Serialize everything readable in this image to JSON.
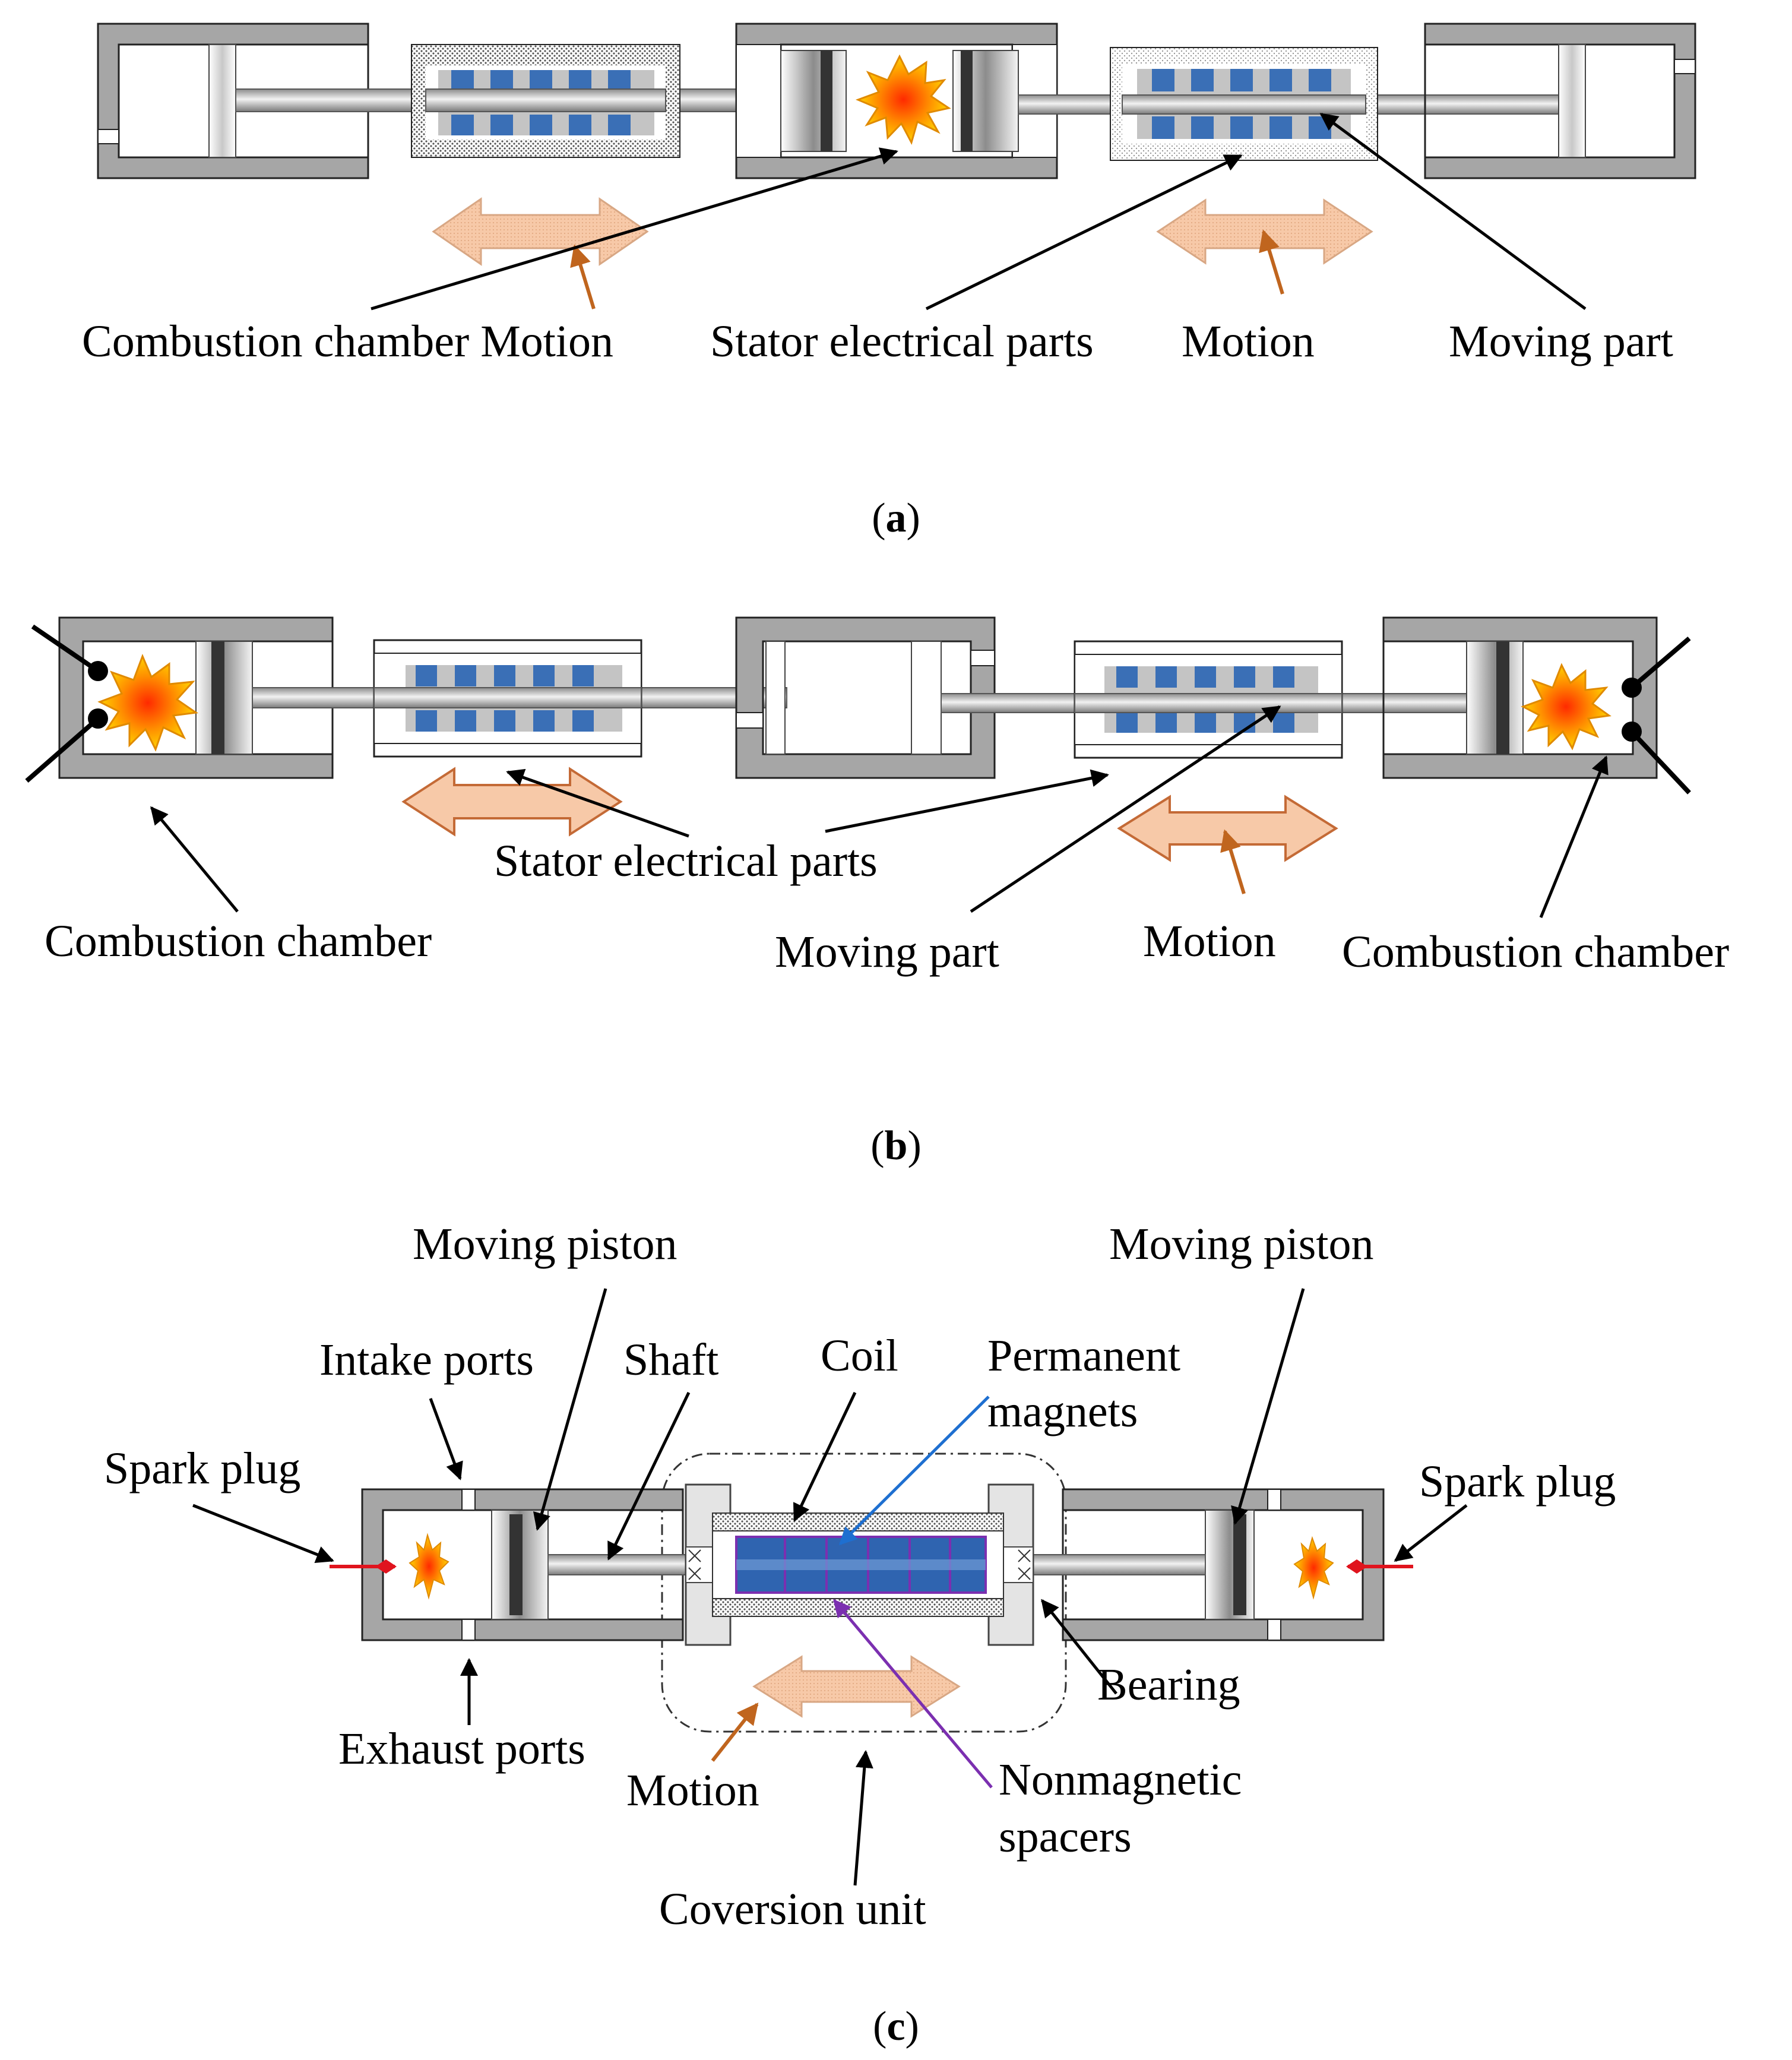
{
  "panel_a": {
    "caption_letter": "a",
    "labels": {
      "combustion_chamber_motion": "Combustion chamber Motion",
      "stator_electrical_parts": "Stator electrical parts",
      "motion": "Motion",
      "moving_part": "Moving part"
    }
  },
  "panel_b": {
    "caption_letter": "b",
    "labels": {
      "stator_electrical_parts": "Stator electrical parts",
      "combustion_chamber_left": "Combustion chamber",
      "moving_part": "Moving part",
      "motion": "Motion",
      "combustion_chamber_right": "Combustion chamber"
    }
  },
  "panel_c": {
    "caption_letter": "c",
    "labels": {
      "moving_piston_left": "Moving piston",
      "moving_piston_right": "Moving piston",
      "intake_ports": "Intake ports",
      "shaft": "Shaft",
      "coil": "Coil",
      "permanent_magnets_1": "Permanent",
      "permanent_magnets_2": "magnets",
      "spark_plug_left": "Spark plug",
      "spark_plug_right": "Spark plug",
      "bearing": "Bearing",
      "exhaust_ports": "Exhaust ports",
      "motion": "Motion",
      "nonmagnetic_spacers_1": "Nonmagnetic",
      "nonmagnetic_spacers_2": "spacers",
      "conversion_unit": "Coversion unit"
    }
  },
  "colors": {
    "housing": "#a6a6a6",
    "magnet_blue": "#3a6fb6",
    "magnet_grey": "#c4c4c4",
    "motion_arrow_fill": "#f7c9a8",
    "motion_pointer": "#c0651e",
    "flame_outer": "#f5a800",
    "flame_inner": "#ff3a00",
    "spark_red": "#e0141e",
    "magnet_pointer_blue": "#1e6fd0",
    "spacer_pointer_purple": "#7b2fb0"
  }
}
